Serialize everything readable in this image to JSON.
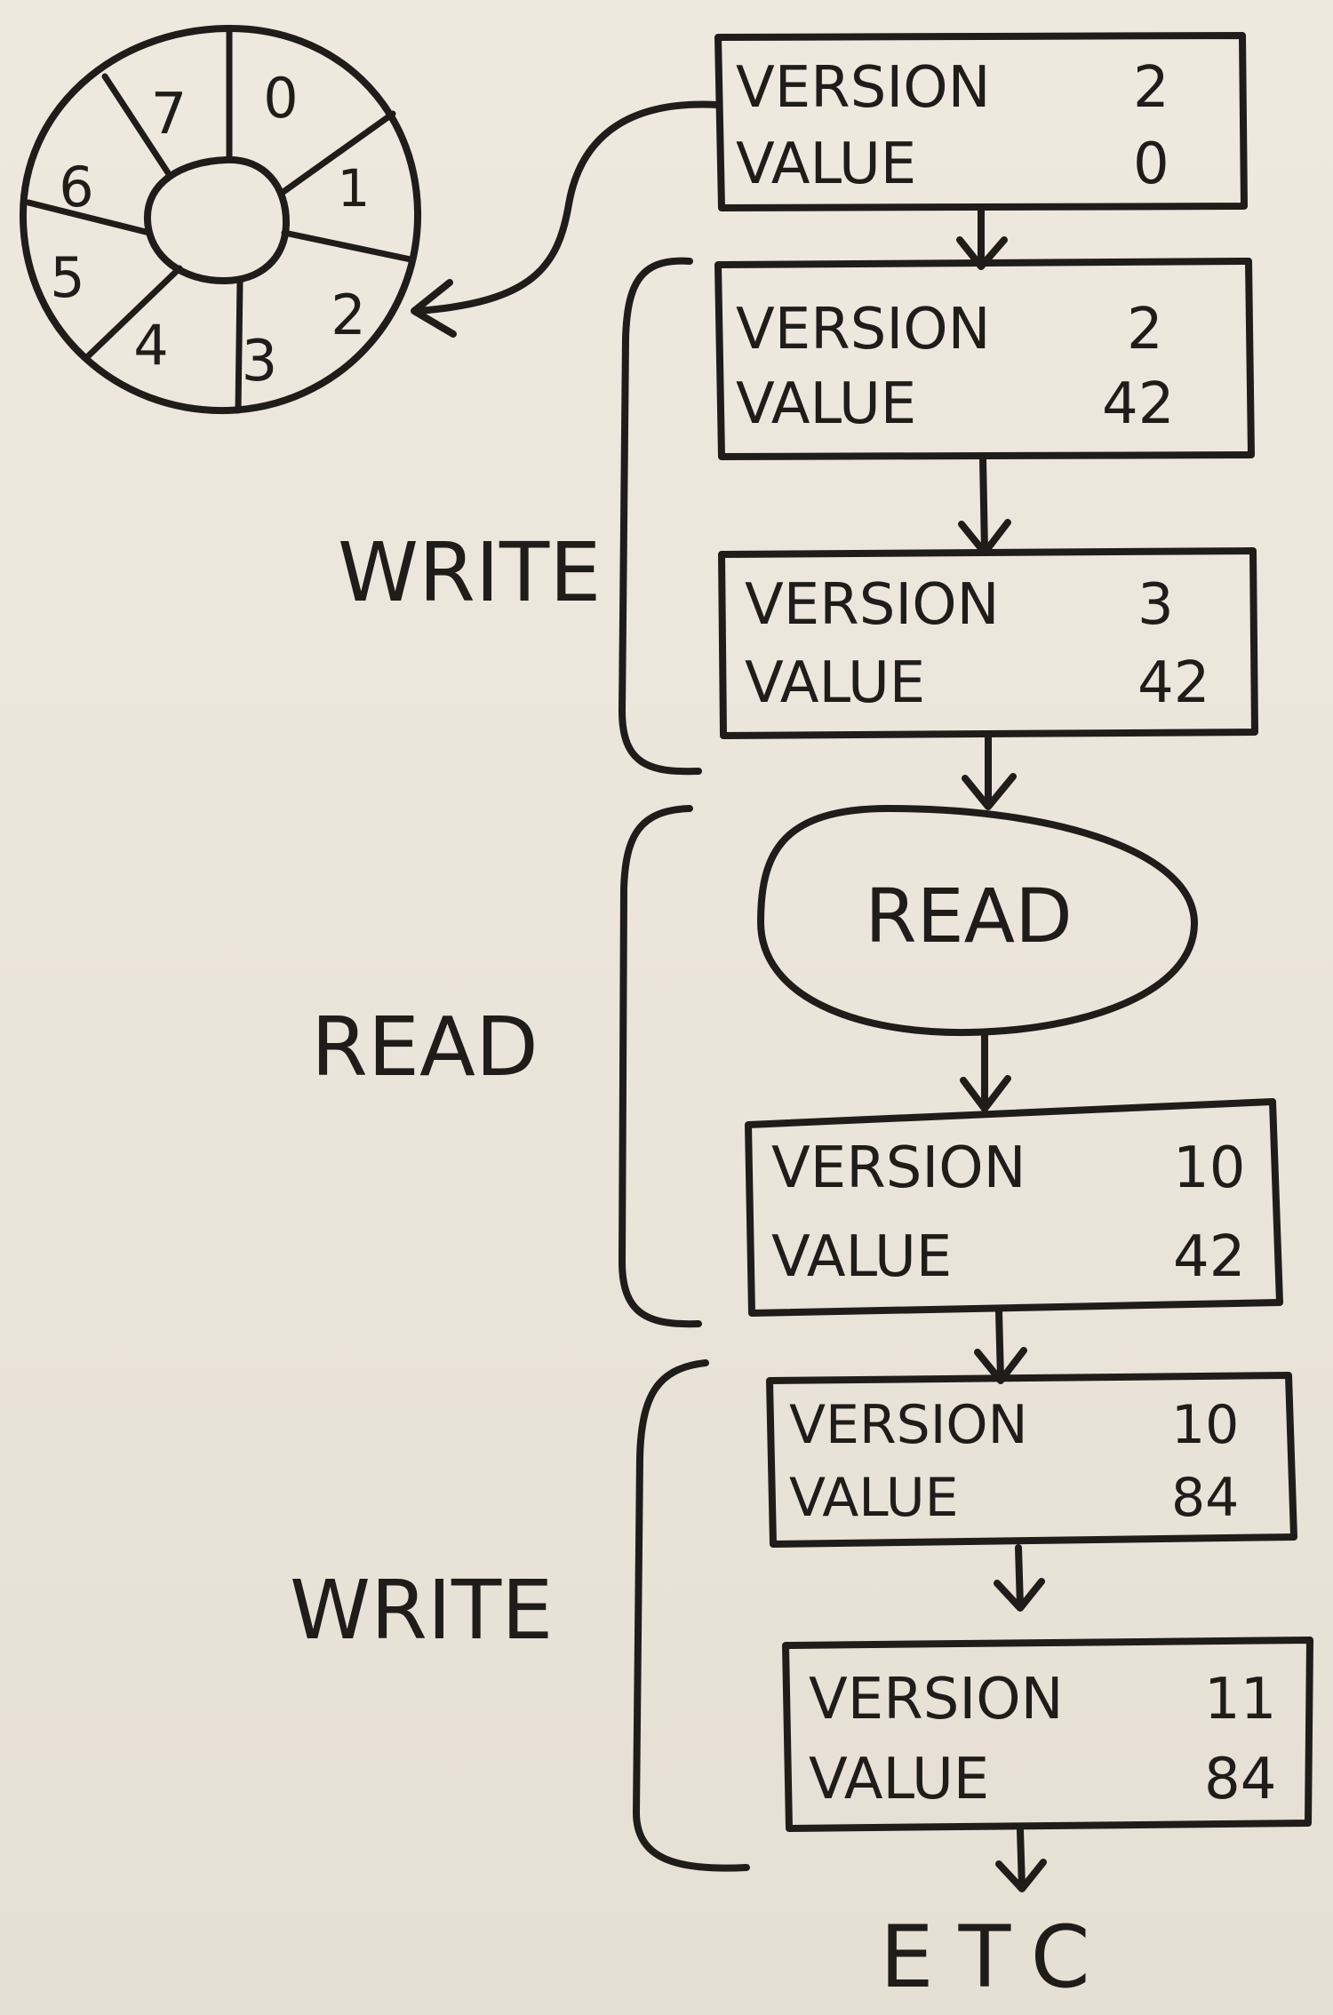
{
  "ring_buffer": {
    "slots": [
      "0",
      "1",
      "2",
      "3",
      "4",
      "5",
      "6",
      "7"
    ]
  },
  "steps": [
    {
      "version_label": "VERSION",
      "version": "2",
      "value_label": "VALUE",
      "value": "0"
    },
    {
      "version_label": "VERSION",
      "version": "2",
      "value_label": "VALUE",
      "value": "42"
    },
    {
      "version_label": "VERSION",
      "version": "3",
      "value_label": "VALUE",
      "value": "42"
    },
    {
      "version_label": "VERSION",
      "version": "10",
      "value_label": "VALUE",
      "value": "42"
    },
    {
      "version_label": "VERSION",
      "version": "10",
      "value_label": "VALUE",
      "value": "84"
    },
    {
      "version_label": "VERSION",
      "version": "11",
      "value_label": "VALUE",
      "value": "84"
    }
  ],
  "read_node": {
    "label": "READ"
  },
  "phases": [
    {
      "label": "WRITE"
    },
    {
      "label": "READ"
    },
    {
      "label": "WRITE"
    }
  ],
  "end_label": "ETC"
}
